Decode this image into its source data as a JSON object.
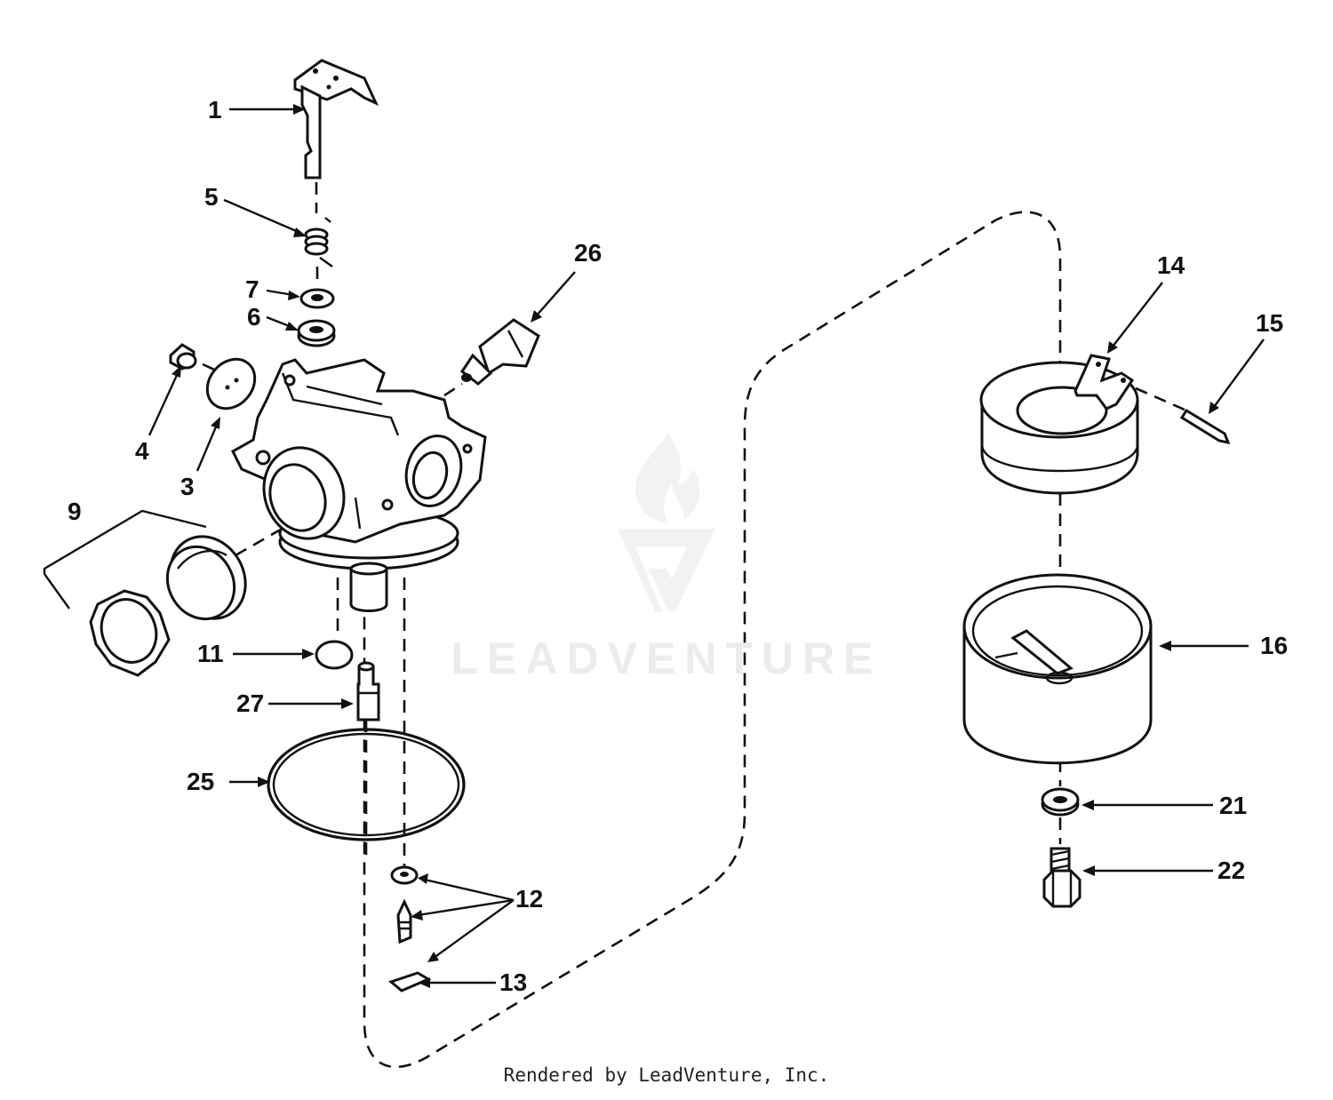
{
  "diagram": {
    "part_callouts": [
      {
        "id": "1",
        "label": "1"
      },
      {
        "id": "3",
        "label": "3"
      },
      {
        "id": "4",
        "label": "4"
      },
      {
        "id": "5",
        "label": "5"
      },
      {
        "id": "6",
        "label": "6"
      },
      {
        "id": "7",
        "label": "7"
      },
      {
        "id": "9",
        "label": "9"
      },
      {
        "id": "11",
        "label": "11"
      },
      {
        "id": "12",
        "label": "12"
      },
      {
        "id": "13",
        "label": "13"
      },
      {
        "id": "14",
        "label": "14"
      },
      {
        "id": "15",
        "label": "15"
      },
      {
        "id": "16",
        "label": "16"
      },
      {
        "id": "21",
        "label": "21"
      },
      {
        "id": "22",
        "label": "22"
      },
      {
        "id": "25",
        "label": "25"
      },
      {
        "id": "26",
        "label": "26"
      },
      {
        "id": "27",
        "label": "27"
      }
    ],
    "watermark": {
      "brand": "LEADVENTURE",
      "icon": "flame-v-logo-icon"
    },
    "credit": "Rendered by LeadVenture, Inc."
  }
}
